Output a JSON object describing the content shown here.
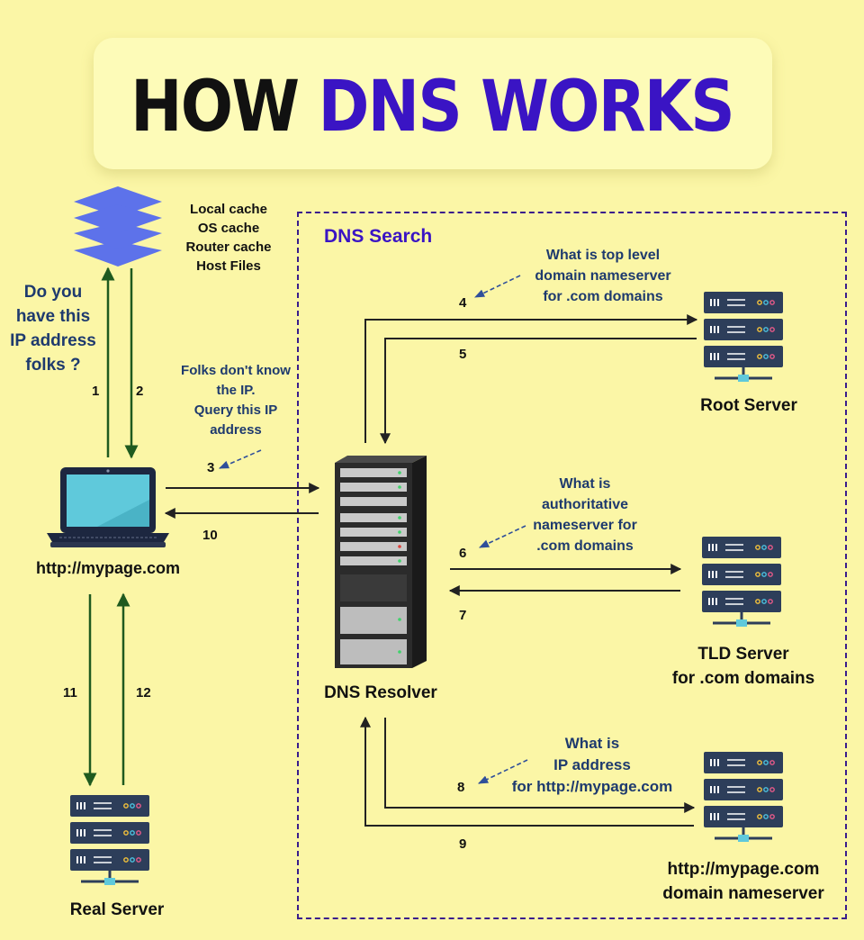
{
  "title": {
    "part1": "HOW",
    "part2": "DNS WORKS"
  },
  "search_area": {
    "label": "DNS Search"
  },
  "nodes": {
    "cache": {
      "lines": [
        "Local cache",
        "OS cache",
        "Router cache",
        "Host Files"
      ]
    },
    "client": {
      "label": "http://mypage.com"
    },
    "resolver": {
      "label": "DNS Resolver"
    },
    "root": {
      "label": "Root Server"
    },
    "tld": {
      "label_line1": "TLD Server",
      "label_line2": "for .com domains"
    },
    "authoritative": {
      "label_line1": "http://mypage.com",
      "label_line2": "domain nameserver"
    },
    "real": {
      "label": "Real Server"
    }
  },
  "questions": {
    "cache_q": [
      "Do you",
      "have this",
      "IP address",
      "folks ?"
    ],
    "resolver_q": [
      "Folks don't know",
      "the IP.",
      "Query this IP",
      "address"
    ],
    "root_q": [
      "What is top level",
      "domain nameserver",
      "for .com domains"
    ],
    "tld_q": [
      "What is",
      "authoritative",
      "nameserver for",
      ".com domains"
    ],
    "auth_q": [
      "What is",
      "IP address",
      "for http://mypage.com"
    ]
  },
  "steps": [
    "1",
    "2",
    "3",
    "4",
    "5",
    "6",
    "7",
    "8",
    "9",
    "10",
    "11",
    "12"
  ],
  "colors": {
    "accent": "#3a14c4",
    "green_arrow": "#1f5a1f",
    "dark_arrow": "#222222",
    "navy_text": "#1e3a6e",
    "server": "#2d3e5a",
    "cache_icon": "#5b6fe6"
  }
}
